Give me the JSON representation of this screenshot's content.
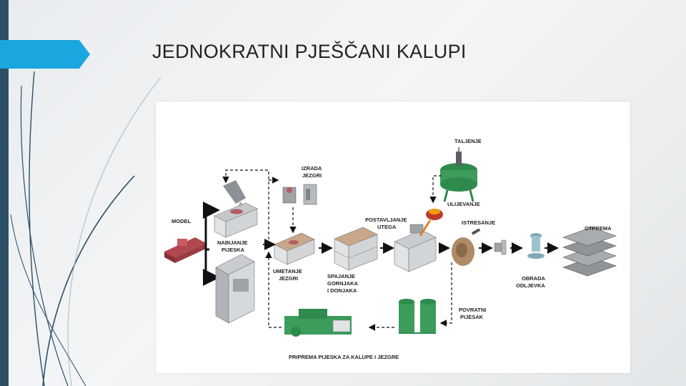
{
  "slide": {
    "title": "JEDNOKRATNI PJEŠČANI KALUPI"
  },
  "diagram": {
    "labels": {
      "model": "MODEL",
      "nabijanje_1": "NABIJANJE",
      "nabijanje_2": "PIJESKA",
      "izrada_1": "IZRADA",
      "izrada_2": "JEZGRI",
      "umetanje_1": "UMETANJE",
      "umetanje_2": "JEZGRI",
      "spajanje_1": "SPAJANJE",
      "spajanje_2": "GORNJAKA",
      "spajanje_3": "I DONJAKA",
      "postavljanje_1": "POSTAVLJANJE",
      "postavljanje_2": "UTEGA",
      "taljenje": "TALJENJE",
      "ulijevanje": "ULIJEVANJE",
      "istresanje": "ISTRESANJE",
      "obrada_1": "OBRADA",
      "obrada_2": "ODLJEVKA",
      "otprema": "OTPREMA",
      "povratni_1": "POVRATNI",
      "povratni_2": "PIJESAK",
      "priprema": "PRIPREMA PIJESKA ZA KALUPE I JEZGRE"
    }
  }
}
